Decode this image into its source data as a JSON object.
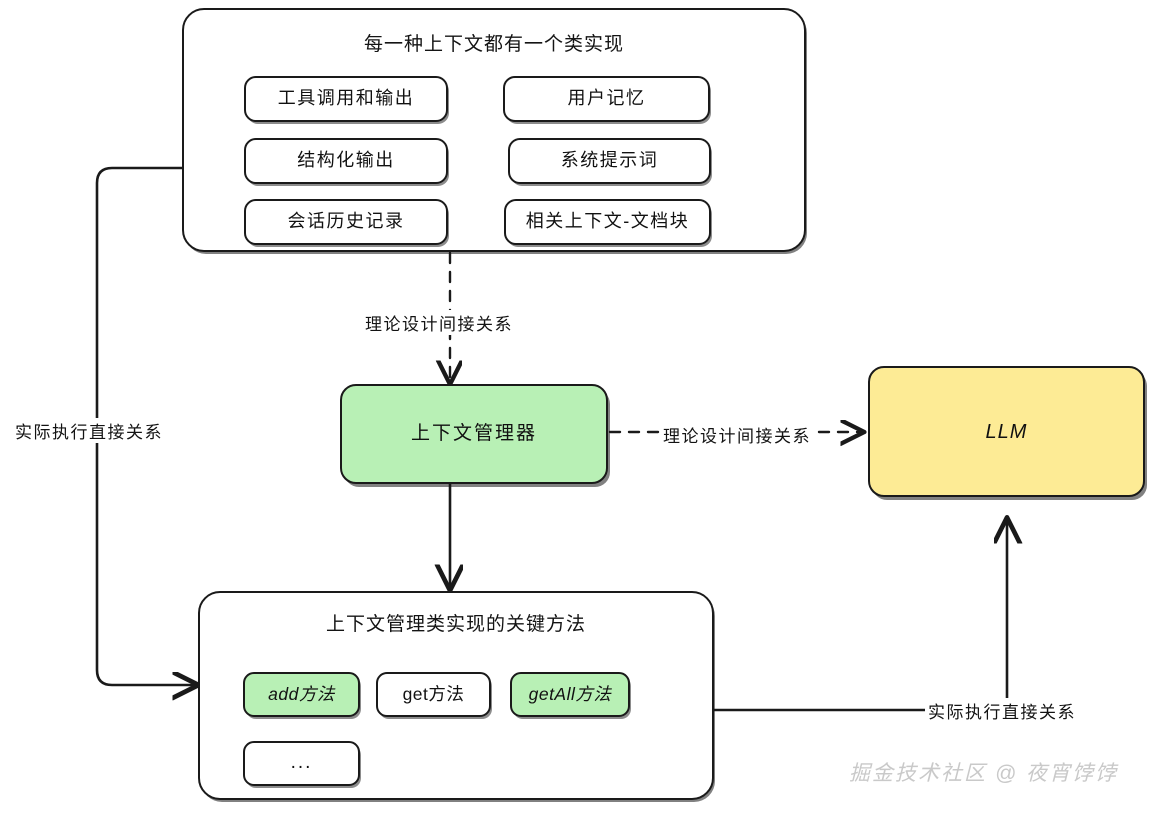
{
  "diagram": {
    "title_top": "每一种上下文都有一个类实现",
    "title_bottom": "上下文管理类实现的关键方法",
    "context_types": [
      {
        "label": "工具调用和输出"
      },
      {
        "label": "用户记忆"
      },
      {
        "label": "结构化输出"
      },
      {
        "label": "系统提示词"
      },
      {
        "label": "会话历史记录"
      },
      {
        "label": "相关上下文-文档块"
      }
    ],
    "manager_node": {
      "label": "上下文管理器"
    },
    "llm_node": {
      "label": "LLM"
    },
    "methods": [
      {
        "label": "add方法",
        "style": "green"
      },
      {
        "label": "get方法",
        "style": "plain"
      },
      {
        "label": "getAll方法",
        "style": "green"
      },
      {
        "label": "...",
        "style": "plain"
      }
    ],
    "edges": [
      {
        "id": "top-to-manager",
        "label": "理论设计间接关系",
        "kind": "dashed"
      },
      {
        "id": "manager-to-llm",
        "label": "理论设计间接关系",
        "kind": "dashed"
      },
      {
        "id": "top-to-methods",
        "label": "实际执行直接关系",
        "kind": "solid"
      },
      {
        "id": "methods-to-llm",
        "label": "实际执行直接关系",
        "kind": "solid"
      }
    ],
    "watermark": "掘金技术社区 @ 夜宵饽饽",
    "colors": {
      "green_fill": "#b8f0b5",
      "yellow_fill": "#fdeb95",
      "stroke": "#1a1a1a",
      "background": "#ffffff",
      "watermark": "#c9c9c9"
    }
  }
}
